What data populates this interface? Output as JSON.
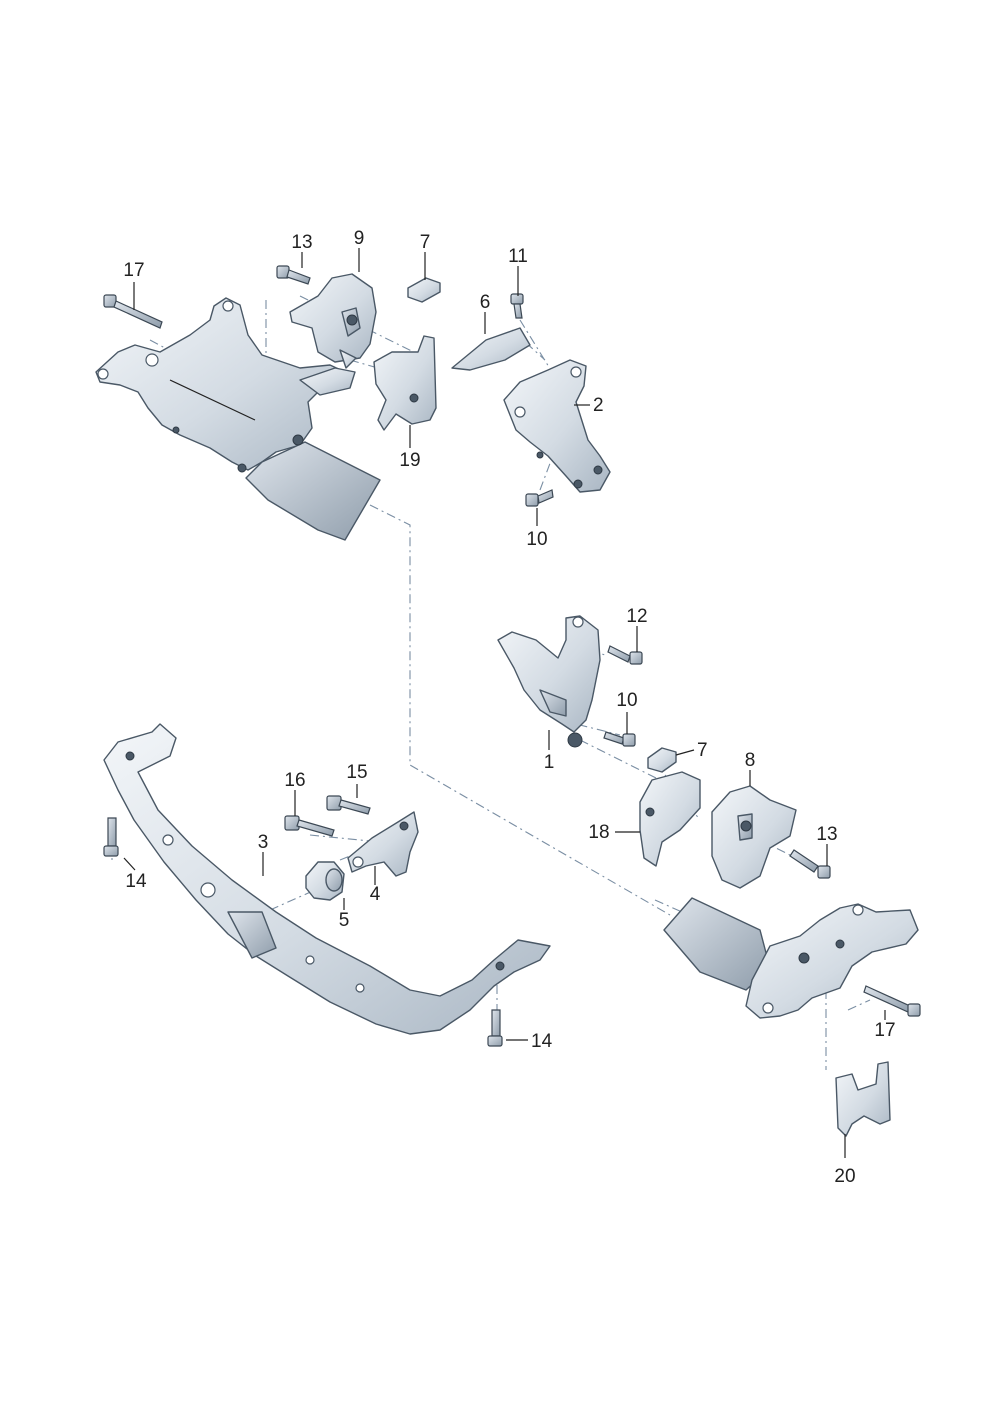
{
  "labels": [
    {
      "id": "1",
      "text": "1"
    },
    {
      "id": "2",
      "text": "2"
    },
    {
      "id": "3",
      "text": "3"
    },
    {
      "id": "4",
      "text": "4"
    },
    {
      "id": "5",
      "text": "5"
    },
    {
      "id": "6",
      "text": "6"
    },
    {
      "id": "7a",
      "text": "7"
    },
    {
      "id": "7b",
      "text": "7"
    },
    {
      "id": "8",
      "text": "8"
    },
    {
      "id": "9",
      "text": "9"
    },
    {
      "id": "10a",
      "text": "10"
    },
    {
      "id": "10b",
      "text": "10"
    },
    {
      "id": "11",
      "text": "11"
    },
    {
      "id": "12",
      "text": "12"
    },
    {
      "id": "13a",
      "text": "13"
    },
    {
      "id": "13b",
      "text": "13"
    },
    {
      "id": "14a",
      "text": "14"
    },
    {
      "id": "14b",
      "text": "14"
    },
    {
      "id": "15",
      "text": "15"
    },
    {
      "id": "16",
      "text": "16"
    },
    {
      "id": "17a",
      "text": "17"
    },
    {
      "id": "17b",
      "text": "17"
    },
    {
      "id": "18",
      "text": "18"
    },
    {
      "id": "19",
      "text": "19"
    },
    {
      "id": "20",
      "text": "20"
    }
  ],
  "colors": {
    "part_light": "#eef2f6",
    "part_mid": "#c9d3dd",
    "part_dark": "#9aa8b6",
    "outline": "#4a5866",
    "dash_line": "#7a8ea3",
    "label": "#222222"
  }
}
